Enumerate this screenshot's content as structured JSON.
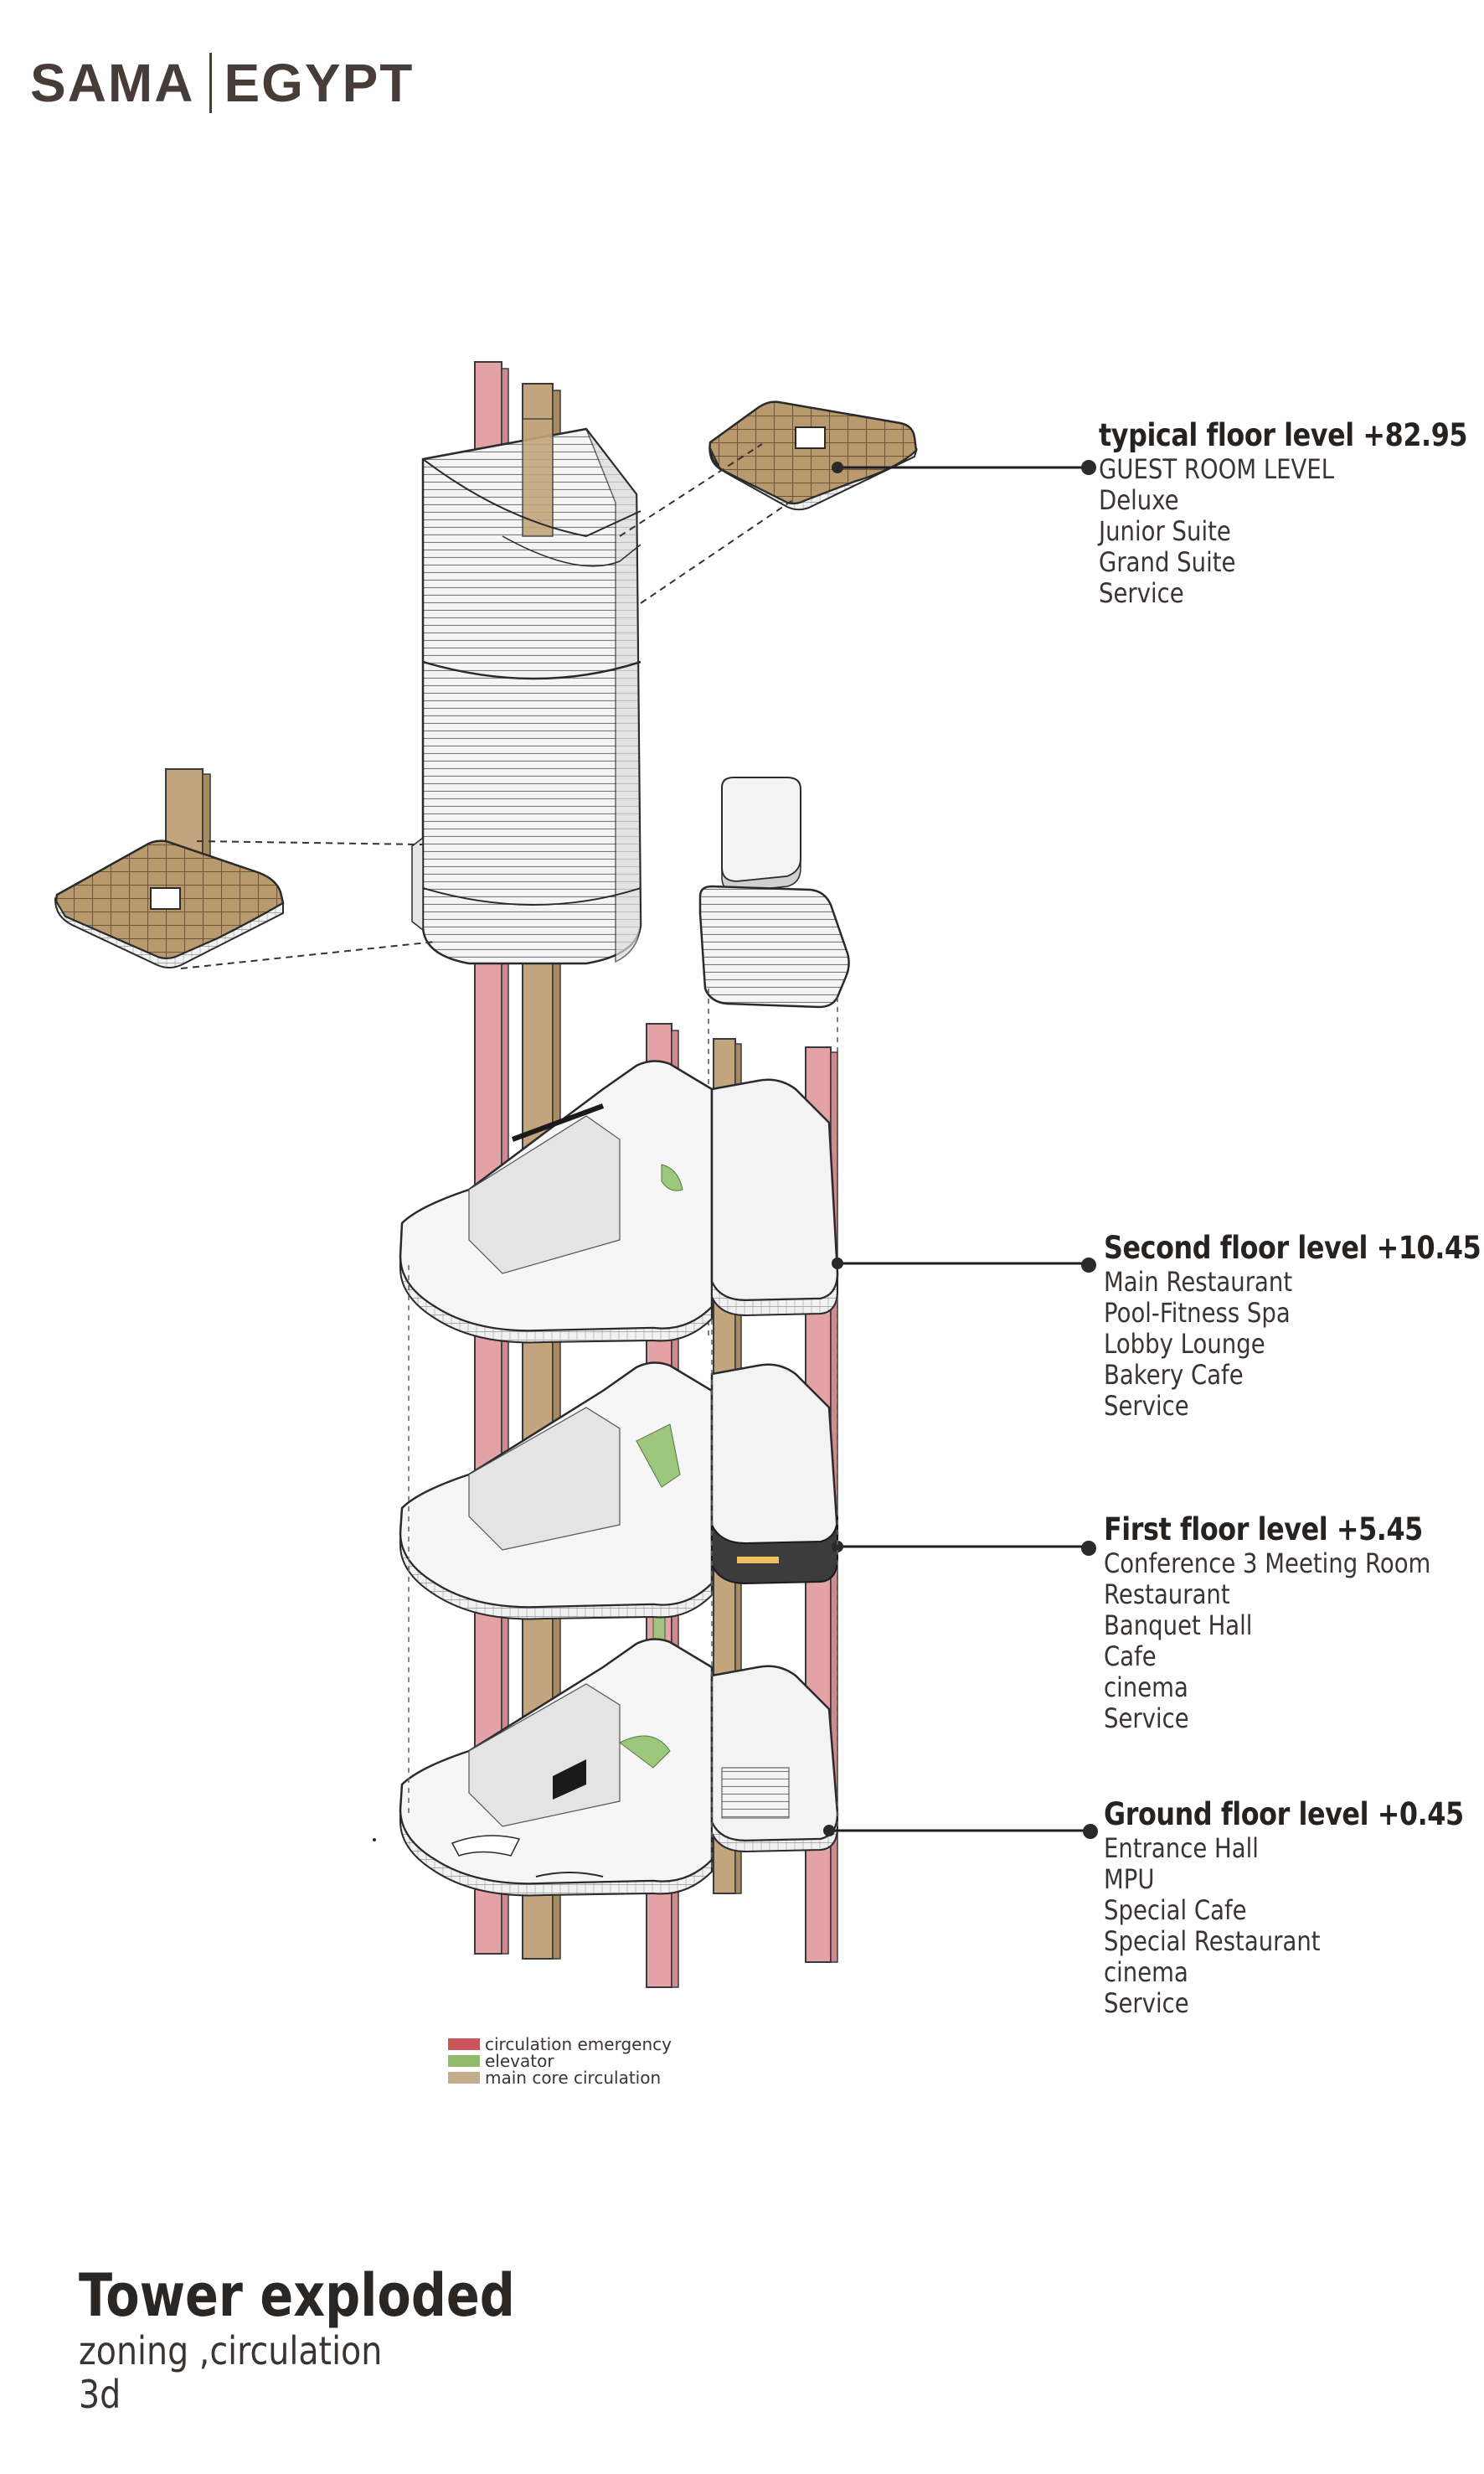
{
  "brand": {
    "left": "SAMA",
    "right": "EGYPT"
  },
  "levels": [
    {
      "title": "typical floor level +82.95",
      "items": [
        "GUEST ROOM LEVEL",
        "Deluxe",
        "Junior Suite",
        "Grand Suite",
        "Service"
      ]
    },
    {
      "title": "Second floor level +10.45",
      "items": [
        "Main Restaurant",
        "Pool-Fitness Spa",
        "Lobby Lounge",
        "Bakery Cafe",
        "Service"
      ]
    },
    {
      "title": "First floor level +5.45",
      "items": [
        "Conference 3 Meeting Room",
        "Restaurant",
        "Banquet Hall",
        "Cafe",
        "cinema",
        "Service"
      ]
    },
    {
      "title": "Ground floor level +0.45",
      "items": [
        "Entrance Hall",
        "MPU",
        "Special Cafe",
        "Special Restaurant",
        "cinema",
        "Service"
      ]
    }
  ],
  "legend": [
    {
      "label": "circulation emergency",
      "color": "#c9555a"
    },
    {
      "label": "elevator",
      "color": "#8fbb6b"
    },
    {
      "label": "main core circulation",
      "color": "#c4ad8c"
    }
  ],
  "caption": {
    "title": "Tower exploded",
    "line1": "zoning ,circulation",
    "line2": "3d"
  },
  "colors": {
    "emergency": "#e3a2a6",
    "core": "#c2a57c",
    "elevator": "#9cc77d",
    "line": "#2a2a2a"
  }
}
